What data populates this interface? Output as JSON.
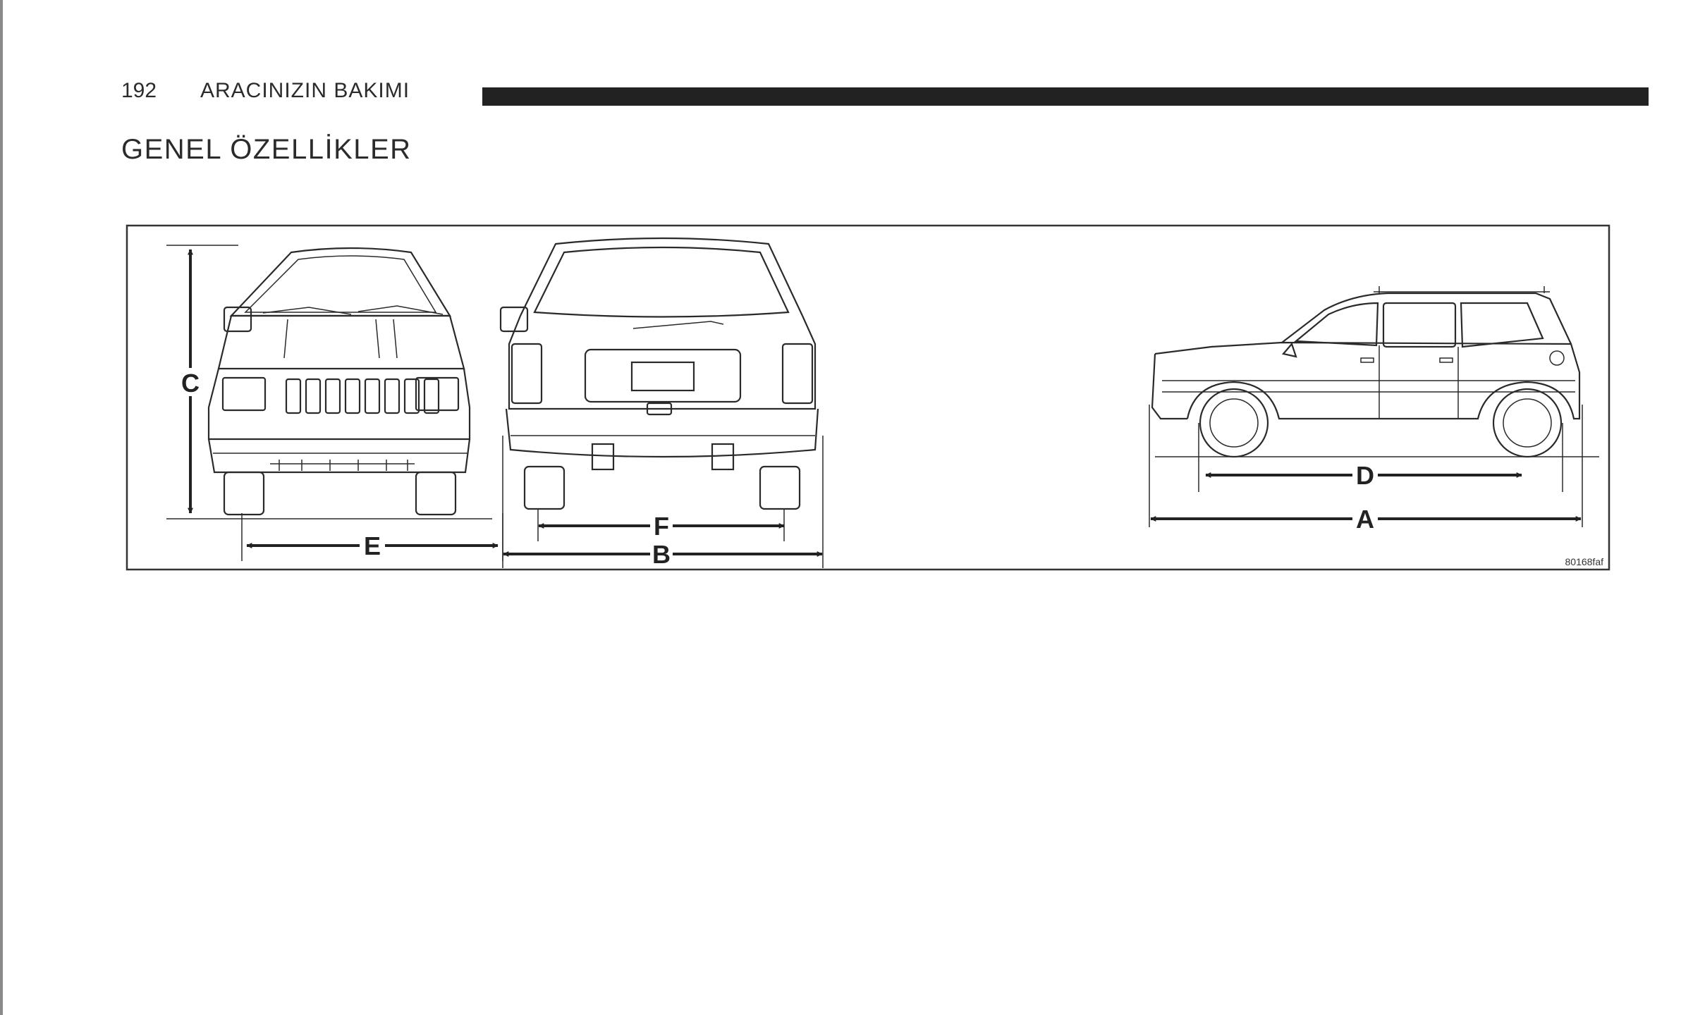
{
  "header": {
    "page_number": "192",
    "section_title": "ARACINIZIN BAKIMI"
  },
  "page_title": "GENEL ÖZELLİKLER",
  "figure": {
    "labels": {
      "a": "A",
      "b": "B",
      "c": "C",
      "d": "D",
      "e": "E",
      "f": "F"
    },
    "code": "80168faf"
  }
}
